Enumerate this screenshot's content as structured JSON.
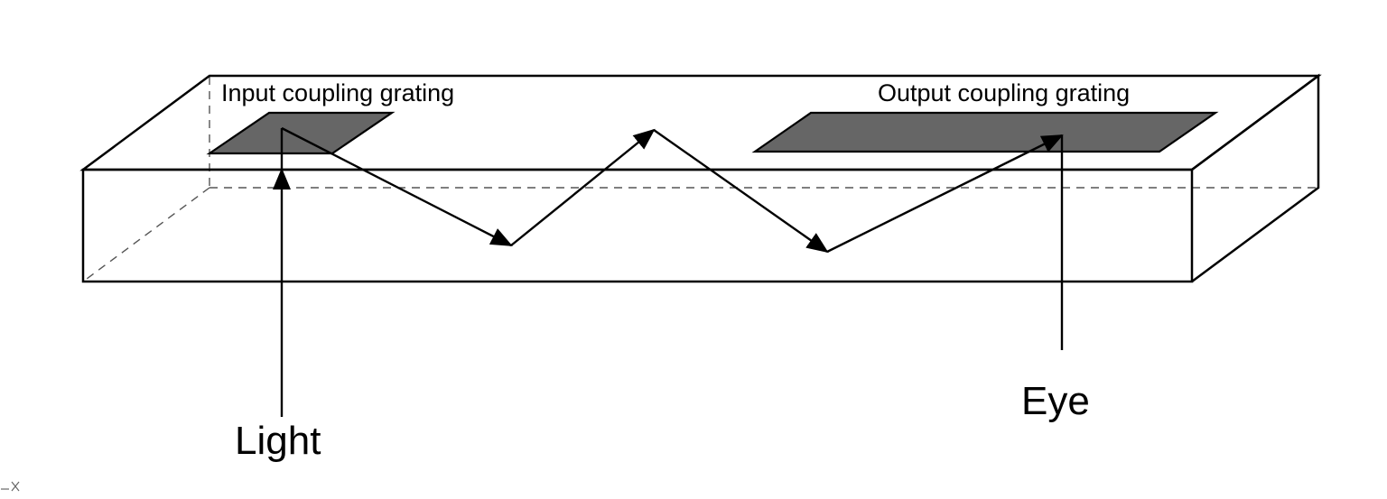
{
  "labels": {
    "input_grating": "Input coupling grating",
    "output_grating": "Output coupling grating",
    "light": "Light",
    "eye": "Eye"
  },
  "colors": {
    "grating_fill": "#666666",
    "line": "#000000",
    "hidden_line": "#555555",
    "background": "#ffffff"
  }
}
